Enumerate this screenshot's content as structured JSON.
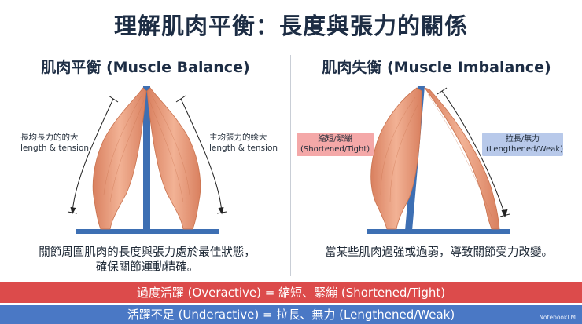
{
  "title": "理解肌肉平衡：長度與張力的關係",
  "left_panel": {
    "title": "肌肉平衡 (Muscle Balance)",
    "left_annotation": [
      "長均長力的的大",
      "length & tension"
    ],
    "right_annotation": [
      "主均張力的绘大",
      "length & tension"
    ],
    "caption": [
      "關節周圍肌肉的長度與張力處於最佳狀態，",
      "確保關節運動精確。"
    ]
  },
  "right_panel": {
    "title": "肌肉失衡 (Muscle Imbalance)",
    "short_label": [
      "縮短/緊繃",
      "(Shortened/Tight)"
    ],
    "long_label": [
      "拉長/無力",
      "(Lengthened/Weak)"
    ],
    "caption": [
      "當某些肌肉過強或過弱，導致關節受力改變。"
    ]
  },
  "bars": {
    "overactive": "過度活躍 (Overactive) = 縮短、緊繃 (Shortened/Tight)",
    "underactive": "活躍不足 (Underactive) = 拉長、無力 (Lengthened/Weak)"
  },
  "watermark": "NotebookLM",
  "colors": {
    "muscle": "#e59a78",
    "bone": "#3d6fb3",
    "overactive": "#dc4b4b",
    "underactive": "#4a78c5"
  }
}
